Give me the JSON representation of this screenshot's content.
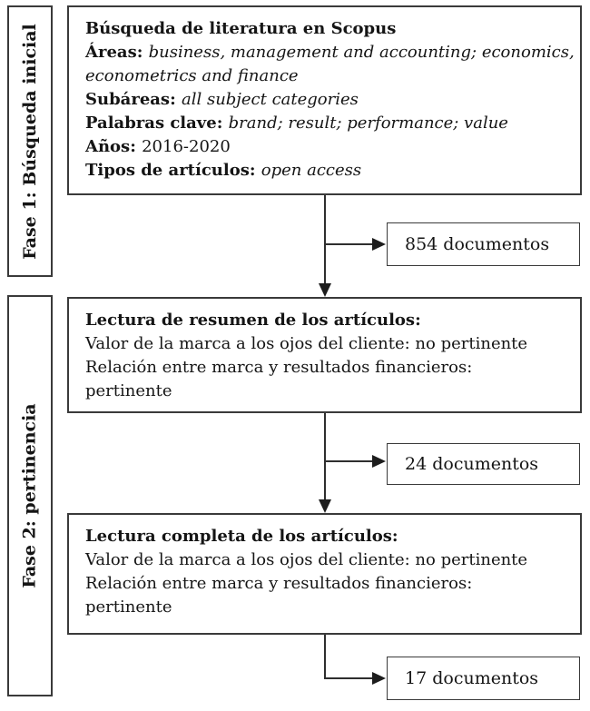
{
  "diagram": {
    "type": "flowchart",
    "colors": {
      "background": "#ffffff",
      "border": "#3a3a3a",
      "text": "#151515",
      "connector": "#2e2e2e"
    },
    "phases": [
      {
        "label": "Fase 1: Búsqueda inicial"
      },
      {
        "label": "Fase 2: pertinencia"
      }
    ],
    "boxes": {
      "search": {
        "lines": [
          [
            {
              "text": "Búsqueda de literatura en Scopus",
              "style": "bold"
            }
          ],
          [
            {
              "text": "Áreas: ",
              "style": "bold"
            },
            {
              "text": "business, management and accounting; economics,",
              "style": "italic"
            }
          ],
          [
            {
              "text": "econometrics and finance",
              "style": "italic"
            }
          ],
          [
            {
              "text": "Subáreas: ",
              "style": "bold"
            },
            {
              "text": "all subject categories",
              "style": "italic"
            }
          ],
          [
            {
              "text": "Palabras clave: ",
              "style": "bold"
            },
            {
              "text": "brand; result; performance; value",
              "style": "italic"
            }
          ],
          [
            {
              "text": "Años: ",
              "style": "bold"
            },
            {
              "text": "2016-2020",
              "style": "regular"
            }
          ],
          [
            {
              "text": "Tipos de artículos: ",
              "style": "bold"
            },
            {
              "text": "open access",
              "style": "italic"
            }
          ]
        ]
      },
      "abstract": {
        "lines": [
          [
            {
              "text": "Lectura de resumen de los artículos:",
              "style": "bold"
            }
          ],
          [
            {
              "text": "Valor de la marca a los ojos del cliente: no pertinente",
              "style": "regular"
            }
          ],
          [
            {
              "text": "Relación entre marca y resultados financieros:",
              "style": "regular"
            }
          ],
          [
            {
              "text": "pertinente",
              "style": "regular"
            }
          ]
        ]
      },
      "full": {
        "lines": [
          [
            {
              "text": "Lectura completa de los artículos:",
              "style": "bold"
            }
          ],
          [
            {
              "text": "Valor de la marca a los ojos del cliente: no pertinente",
              "style": "regular"
            }
          ],
          [
            {
              "text": "Relación entre marca y resultados financieros:",
              "style": "regular"
            }
          ],
          [
            {
              "text": "pertinente",
              "style": "regular"
            }
          ]
        ]
      }
    },
    "result_boxes": [
      {
        "label": "854 documentos"
      },
      {
        "label": "24 documentos"
      },
      {
        "label": "17 documentos"
      }
    ]
  }
}
